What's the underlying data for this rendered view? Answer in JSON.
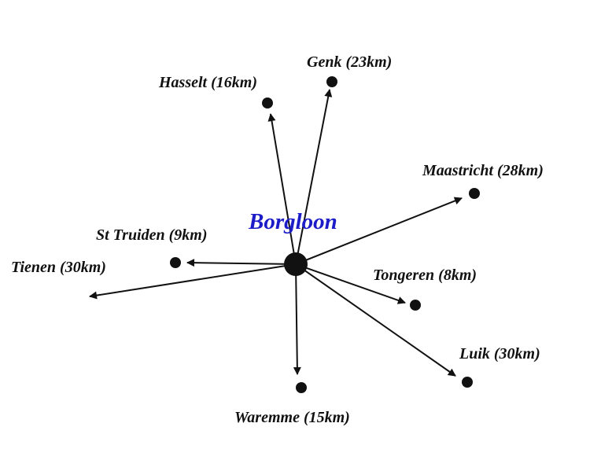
{
  "center": {
    "name": "Borgloon",
    "color": "#1c1cc8"
  },
  "line_color": "#111111",
  "destinations": [
    {
      "id": "hasselt",
      "label": "Hasselt (16km)"
    },
    {
      "id": "genk",
      "label": "Genk (23km)"
    },
    {
      "id": "maastricht",
      "label": "Maastricht (28km)"
    },
    {
      "id": "st-truiden",
      "label": "St Truiden (9km)"
    },
    {
      "id": "tienen",
      "label": "Tienen (30km)"
    },
    {
      "id": "tongeren",
      "label": "Tongeren (8km)"
    },
    {
      "id": "luik",
      "label": "Luik (30km)"
    },
    {
      "id": "waremme",
      "label": "Waremme (15km)"
    }
  ]
}
